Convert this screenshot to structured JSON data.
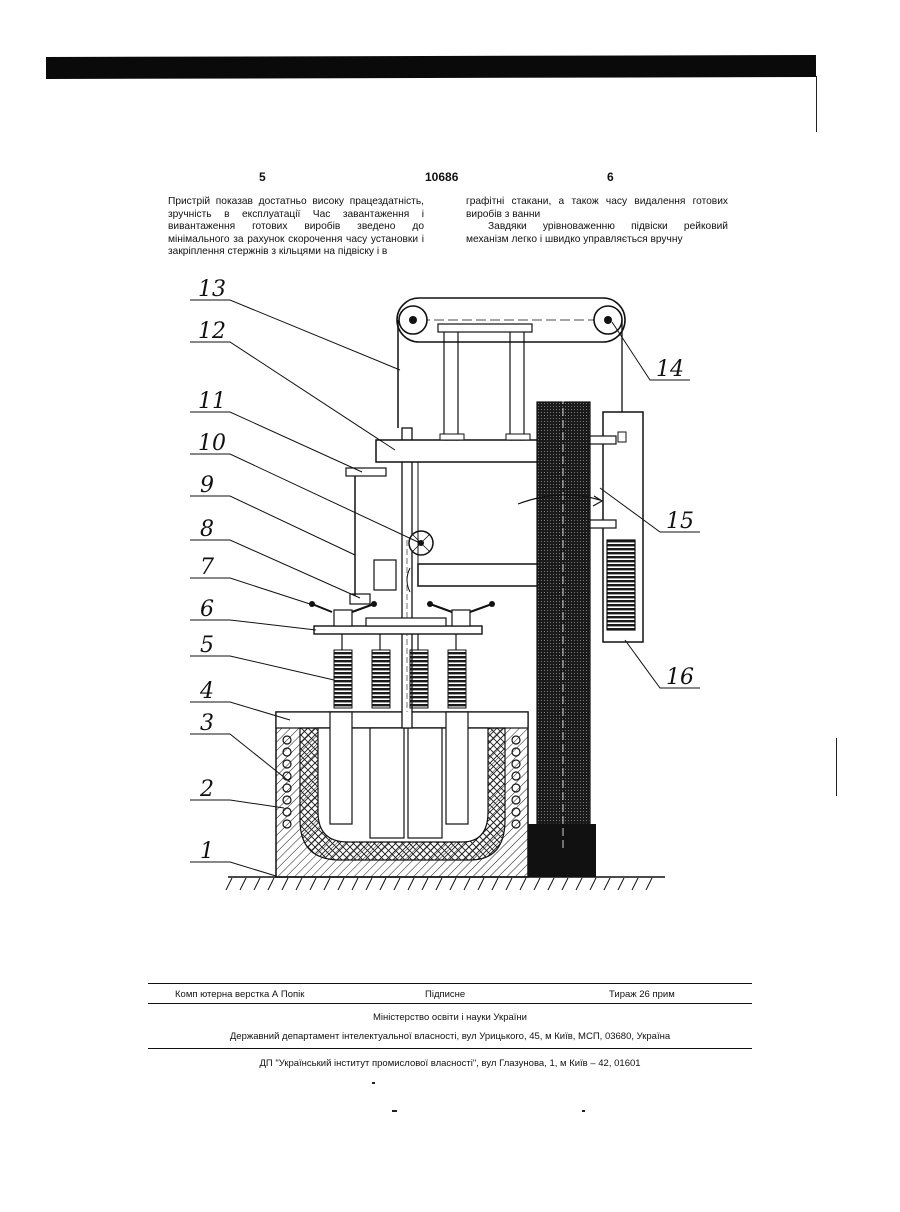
{
  "header": {
    "page_left": "5",
    "patent_number": "10686",
    "page_right": "6"
  },
  "text": {
    "left_column": "Пристрій показав достатньо високу працездатність, зручність в експлуатації Час завантаження і вивантаження готових виробів зведено до мінімального за рахунок скорочення часу установки і закріплення стержнів з кільцями на підвіску і в",
    "right_column_p1": "графітні стакани, а також часу видалення готових виробів з ванни",
    "right_column_p2": "Завдяки урівноваженню підвіски рейковий механізм легко і швидко управляється вручну"
  },
  "figure": {
    "labels": [
      "1",
      "2",
      "3",
      "4",
      "5",
      "6",
      "7",
      "8",
      "9",
      "10",
      "11",
      "12",
      "13",
      "14",
      "15",
      "16"
    ]
  },
  "footer": {
    "layout_credit": "Комп ютерна верстка А  Попік",
    "signed": "Підписне",
    "circulation": "Тираж 26 прим",
    "ministry": "Міністерство освіти і науки України",
    "department": "Державний департамент інтелектуальної власності, вул  Урицького, 45, м  Київ, МСП, 03680, Україна",
    "institute": "ДП \"Український інститут промислової власності\", вул  Глазунова, 1, м  Київ – 42, 01601"
  },
  "colors": {
    "ink": "#111111",
    "background": "#ffffff",
    "hatch": "#1a1a1a"
  }
}
